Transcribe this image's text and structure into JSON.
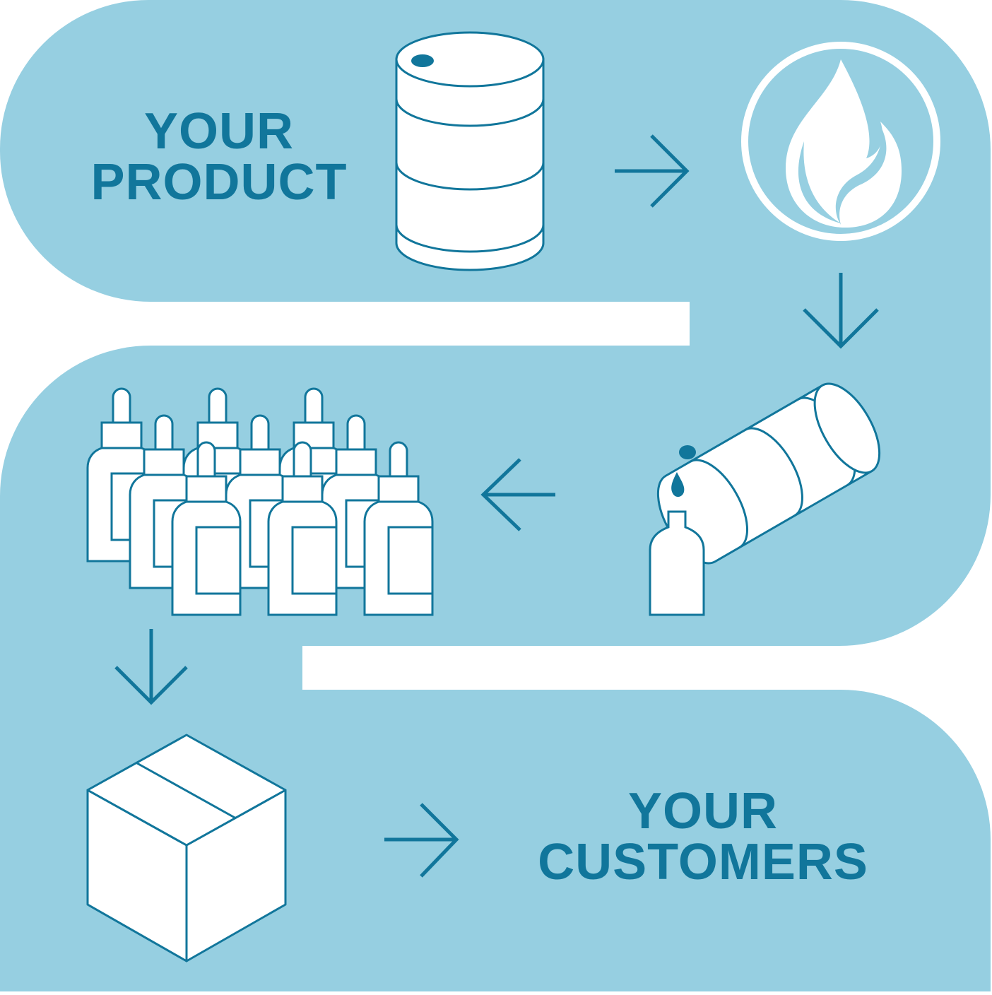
{
  "colors": {
    "band": "#96cfe1",
    "background": "#ffffff",
    "accent": "#11769b",
    "icon_fill": "#ffffff"
  },
  "labels": {
    "start": {
      "line1": "YOUR",
      "line2": "PRODUCT"
    },
    "end": {
      "line1": "YOUR",
      "line2": "CUSTOMERS"
    }
  },
  "icons": [
    "oil-drum-icon",
    "flame-drop-icon",
    "pouring-drum-icon",
    "bottle-icon",
    "dropper-bottles-icon",
    "shipping-box-icon"
  ],
  "arrows": [
    "right",
    "down",
    "left",
    "down",
    "right"
  ]
}
